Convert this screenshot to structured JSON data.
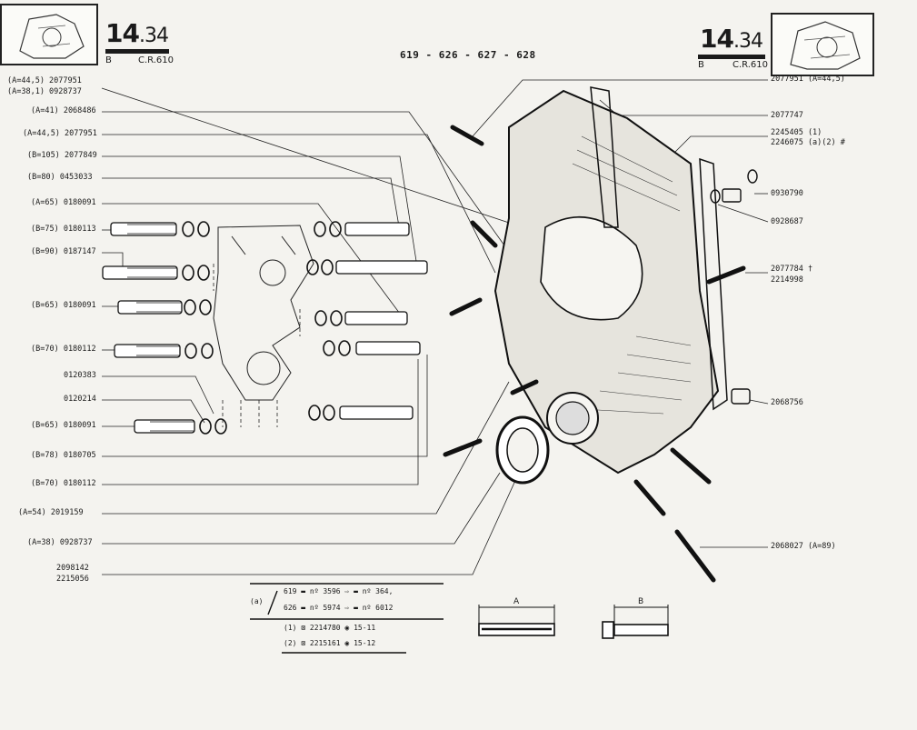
{
  "header": {
    "page_number": "14",
    "page_sub": ".34",
    "letter_b": "B",
    "cr": "C.R.610",
    "models": "619 - 626 - 627 - 628"
  },
  "left_labels": [
    "(A=44,5) 2077951",
    "(A=38,1) 0928737",
    "(A=41) 2068486",
    "(A=44,5) 2077951",
    "(B=105) 2077849",
    "(B=80) 0453033",
    "(A=65) 0180091",
    "(B=75) 0180113",
    "(B=90) 0187147",
    "(B=65) 0180091",
    "(B=70) 0180112",
    "0120383",
    "0120214",
    "(B=65) 0180091",
    "(B=78) 0180705",
    "(B=70) 0180112",
    "(A=54) 2019159",
    "(A=38) 0928737",
    "2098142",
    "2215056"
  ],
  "right_labels": [
    "2077951 (A=44,5)",
    "2077747",
    "2245405 (1)",
    "2246075 (a)(2) #",
    "0930790",
    "0928687",
    "2077784 †",
    "2214998",
    "2068756",
    "2068027 (A=89)"
  ],
  "note_table": {
    "a_label": "(a)",
    "row1": "619 ▬ nº 3596 ⇨ ▬ nº 364,",
    "row2": "626 ▬ nº 5974 ⇨ ▬ nº 6012",
    "note1": "(1) ⊠ 2214780 ◉ 15-11",
    "note2": "(2) ⊠ 2215161 ◉ 15-12"
  },
  "dimensions": {
    "a": "A",
    "b": "B"
  }
}
